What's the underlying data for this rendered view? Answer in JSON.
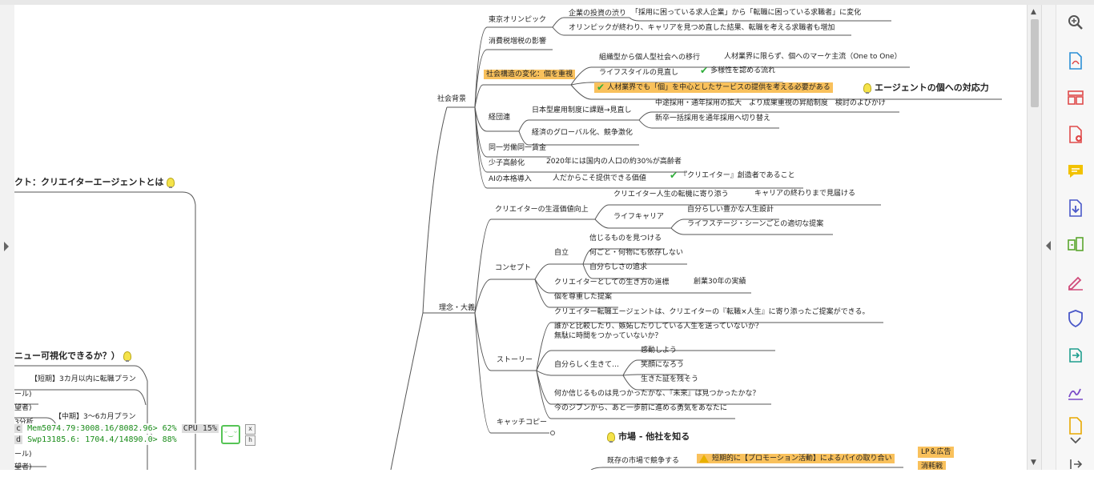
{
  "mindmap": {
    "center": {
      "title": "クト：クリエイターエージェントとは",
      "q_visualize": "ニュー可視化できるか？）",
      "short_plan": "【短期】3カ月以内に転職プラン",
      "mid_plan": "【中期】3〜6カ月プラン",
      "frag1": "ール)",
      "frag2": "望者)",
      "frag3": "3分析",
      "frag4": "ール)",
      "frag5": "望者)"
    },
    "social": {
      "label": "社会背景",
      "olympics": "東京オリンピック",
      "olympics_c1": "企業の投資の渋り",
      "olympics_c1a": "「採用に困っている求人企業」から「転職に困っている求職者」に変化",
      "olympics_c2": "オリンピックが終わり、キャリアを見つめ直した結果、転職を考える求職者も増加",
      "tax": "消費税増税の影響",
      "structure": "社会構造の変化：個を重視",
      "structure_c1": "組織型から個人型社会への移行",
      "structure_c1a": "人材業界に限らず、個へのマーケ主流（One to One）",
      "structure_c2": "ライフスタイルの見直し",
      "structure_c2a": "多様性を認める流れ",
      "structure_c3": "人材業界でも「個」を中心としたサービスの提供を考える必要がある",
      "structure_c3a": "エージェントの個への対応力",
      "keidanren": "経団連",
      "keidanren_c1": "日本型雇用制度に課題→見直し",
      "keidanren_c1a": "中途採用・通年採用の拡大　より成果重視の昇給制度　検討のよびかけ",
      "keidanren_c1b": "新卒一括採用を通年採用へ切り替え",
      "keidanren_c2": "経済のグローバル化、競争激化",
      "equal_pay": "同一労働同一賃金",
      "aging": "少子高齢化",
      "aging_c1": "2020年には国内の人口の約30%が高齢者",
      "ai": "AIの本格導入",
      "ai_c1": "人だからこそ提供できる価値",
      "ai_c1a": "『クリエイター』創造者であること"
    },
    "philosophy": {
      "label": "理念・大義",
      "lifetime": "クリエイターの生涯価値向上",
      "lifetime_c1": "クリエイター人生の転機に寄り添う",
      "lifetime_c1a": "キャリアの終わりまで見届ける",
      "lifetime_c2": "ライフキャリア",
      "lifetime_c2a": "自分らしい豊かな人生設計",
      "lifetime_c2b": "ライフステージ・シーンごとの適切な提案",
      "concept": "コンセプト",
      "independence": "自立",
      "independence_c1": "信じるものを見つける",
      "independence_c2": "何ごと・何物にも依存しない",
      "independence_c3": "自分らしさの追求",
      "creator_way": "クリエイターとしての生き方の道標",
      "creator_way_c1": "創業30年の実績",
      "respect": "個を尊重した提案",
      "story": "ストーリー",
      "story_c1": "クリエイター転職エージェントは、クリエイターの『転職×人生』に寄り添ったご提案ができる。",
      "story_c2a": "誰かと比較したり、嫉妬したりしている人生を送っていないか？",
      "story_c2b": "無駄に時間をつかっていないか？",
      "story_c3": "自分らしく生きて…",
      "story_c3a": "感動しよう",
      "story_c3b": "笑顔になろう",
      "story_c3c": "生きた証を残そう",
      "story_c4": "何か信じるものは見つかったかな、『未来』は見つかったかな？",
      "story_c5": "今のジブンから、あと一歩前に進める勇気をあなたに",
      "catch": "キャッチコピー"
    },
    "market": {
      "title": "市場 - 他社を知る",
      "existing": "既存の市場で競争する",
      "short_term": "短期的に【プロモーション活動】によるパイの取り合い",
      "tag1": "LP＆広告",
      "tag2": "消耗戦"
    }
  },
  "monitor": {
    "mem_label": "c",
    "mem_text": "Mem5074.79:3008.16/8082.96> 62%",
    "cpu_text": "CPU 15%",
    "swp_label": "d",
    "swp_text": "Swp13185.6: 1704.4/14890.0> 88%",
    "close": "x",
    "hide": "h",
    "face": "ᵕ‿ᵕ"
  },
  "scroll": {
    "up": "▲",
    "down": "▼"
  },
  "colors": {
    "highlight": "#f9c15c",
    "check": "#2fae3a",
    "monitor_text": "#1a8c1a"
  }
}
